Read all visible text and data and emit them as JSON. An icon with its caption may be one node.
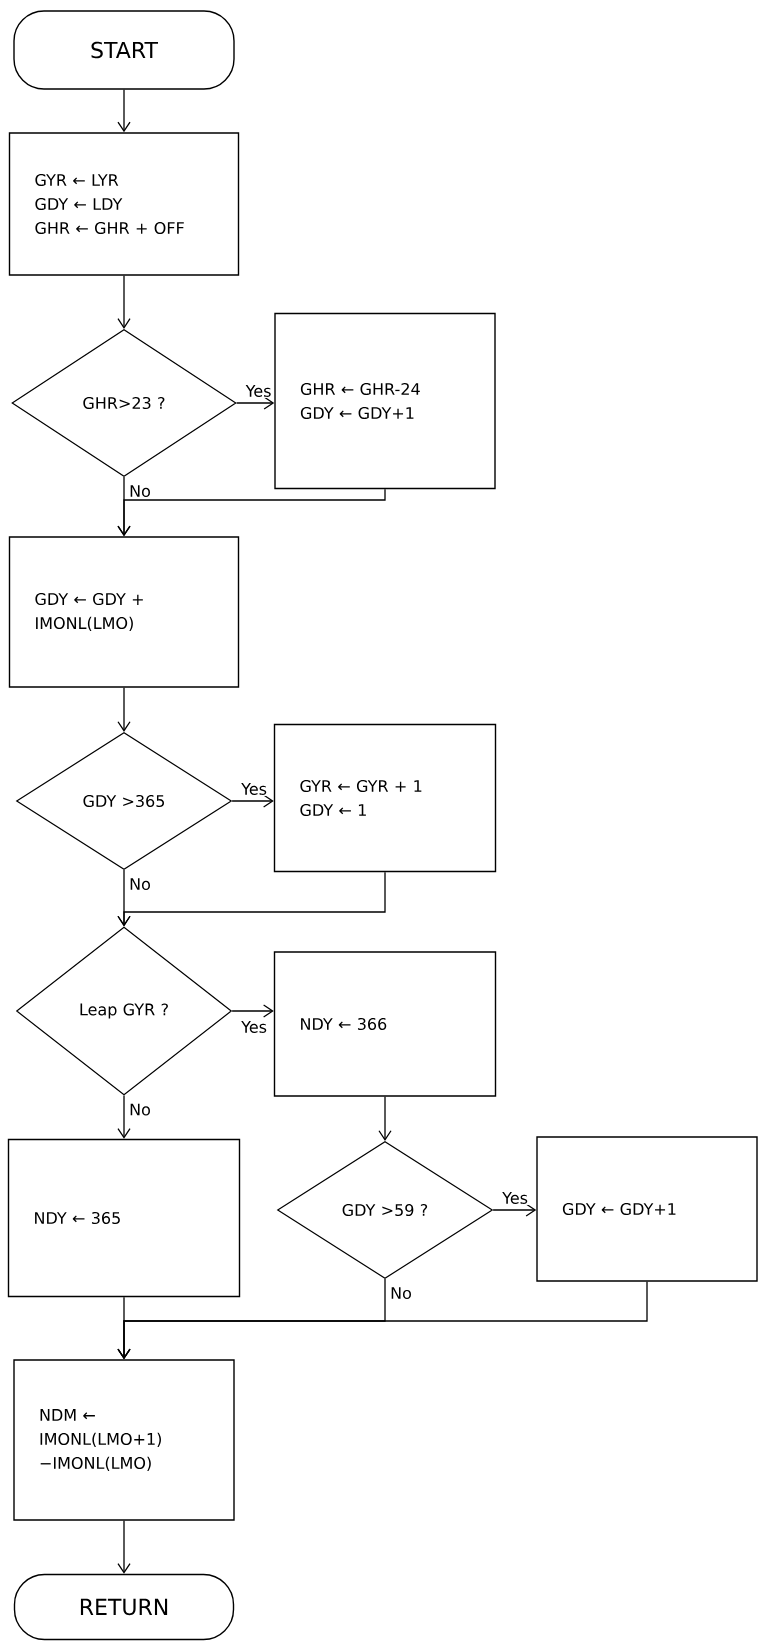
{
  "diagram": {
    "nodes": [
      {
        "text": [
          "START"
        ]
      },
      {
        "text": [
          "GYR ← LYR",
          "GDY ← LDY",
          "GHR ← GHR + OFF"
        ]
      },
      {
        "text": [
          "GHR>23 ?"
        ]
      },
      {
        "text": [
          "GHR ← GHR-24",
          "GDY ← GDY+1"
        ]
      },
      {
        "text": [
          "GDY ← GDY + IMONL(LMO)"
        ]
      },
      {
        "text": [
          "GDY >365"
        ]
      },
      {
        "text": [
          "GYR ← GYR + 1",
          "GDY ← 1"
        ]
      },
      {
        "text": [
          "Leap GYR ?"
        ]
      },
      {
        "text": [
          "NDY ← 366"
        ]
      },
      {
        "text": [
          "NDY ← 365"
        ]
      },
      {
        "text": [
          "GDY >59 ?"
        ]
      },
      {
        "text": [
          "GDY ← GDY+1"
        ]
      },
      {
        "text": [
          "NDM ← IMONL(LMO+1) −IMONL(LMO)"
        ]
      },
      {
        "text": [
          "RETURN"
        ]
      }
    ],
    "edges": [
      {
        "from": 0,
        "to": 1,
        "arrow": "to"
      },
      {
        "from": 1,
        "to": 2,
        "arrow": "to"
      },
      {
        "from": 2,
        "to": 3,
        "arrow": "to",
        "label": "Yes"
      },
      {
        "from": 2,
        "to": 4,
        "arrow": "to",
        "label": "No"
      },
      {
        "from": 3,
        "to": 4,
        "arrow": "to"
      },
      {
        "from": 4,
        "to": 5,
        "arrow": "to"
      },
      {
        "from": 5,
        "to": 6,
        "arrow": "to",
        "label": "Yes"
      },
      {
        "from": 5,
        "to": 7,
        "arrow": "to",
        "label": "No"
      },
      {
        "from": 6,
        "to": 7,
        "arrow": "to"
      },
      {
        "from": 7,
        "to": 8,
        "arrow": "to",
        "label": "Yes"
      },
      {
        "from": 7,
        "to": 9,
        "arrow": "to",
        "label": "No"
      },
      {
        "from": 8,
        "to": 10,
        "arrow": "to"
      },
      {
        "from": 10,
        "to": 11,
        "arrow": "to",
        "label": "Yes"
      },
      {
        "from": 10,
        "to": 12,
        "arrow": "to",
        "label": "No"
      },
      {
        "from": 11,
        "to": 12,
        "arrow": "to"
      },
      {
        "from": 9,
        "to": 12,
        "arrow": "to"
      },
      {
        "from": 12,
        "to": 13,
        "arrow": "to"
      }
    ]
  }
}
